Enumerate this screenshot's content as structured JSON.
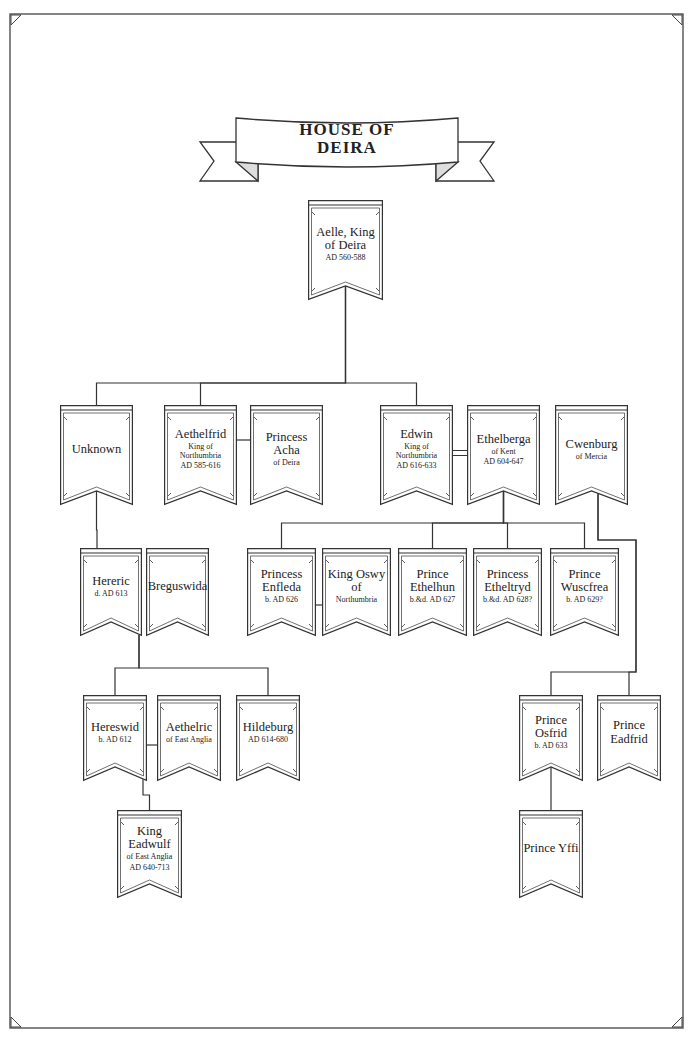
{
  "diagram": {
    "title": "HOUSE OF DEIRA",
    "nodes": [
      {
        "text": [
          "Aelle, King of Deira",
          "AD 560-588"
        ]
      },
      {
        "text": [
          "Unknown"
        ]
      },
      {
        "text": [
          "Aethelfrid",
          "King of Northumbria",
          "AD 585-616"
        ]
      },
      {
        "text": [
          "Princess Acha",
          "of Deira"
        ]
      },
      {
        "text": [
          "Edwin",
          "King of Northumbria",
          "AD 616-633"
        ]
      },
      {
        "text": [
          "Ethelberga",
          "of Kent",
          "AD 604-647"
        ]
      },
      {
        "text": [
          "Cwenburg",
          "of Mercia"
        ]
      },
      {
        "text": [
          "Hereric",
          "d. AD 613"
        ]
      },
      {
        "text": [
          "Breguswida"
        ]
      },
      {
        "text": [
          "Princess Enfleda",
          "b. AD 626"
        ]
      },
      {
        "text": [
          "King Oswy of",
          "Northumbria"
        ]
      },
      {
        "text": [
          "Prince Ethelhun",
          "b.&d. AD 627"
        ]
      },
      {
        "text": [
          "Princess Etheltryd",
          "b.&d. AD 628?"
        ]
      },
      {
        "text": [
          "Prince Wuscfrea",
          "b. AD 629?"
        ]
      },
      {
        "text": [
          "Hereswid",
          "b. AD 612"
        ]
      },
      {
        "text": [
          "Aethelric",
          "of East Anglia"
        ]
      },
      {
        "text": [
          "Hildeburg",
          "AD 614-680"
        ]
      },
      {
        "text": [
          "Prince Osfrid",
          "b. AD 633"
        ]
      },
      {
        "text": [
          "Prince Eadfrid"
        ]
      },
      {
        "text": [
          "King Eadwulf",
          "of East Anglia",
          "AD 640-713"
        ]
      },
      {
        "text": [
          "Prince Yffi"
        ]
      }
    ],
    "edges": [
      {
        "from": 0,
        "to": 1,
        "arrow": "none"
      },
      {
        "from": 0,
        "to": 2,
        "arrow": "none"
      },
      {
        "from": 0,
        "to": 4,
        "arrow": "none"
      },
      {
        "from": 2,
        "to": 3,
        "arrow": "none"
      },
      {
        "from": 4,
        "to": 5,
        "arrow": "none"
      },
      {
        "from": 1,
        "to": 7,
        "arrow": "none"
      },
      {
        "from": 7,
        "to": 14,
        "arrow": "none"
      },
      {
        "from": 7,
        "to": 16,
        "arrow": "none"
      },
      {
        "from": 5,
        "to": 9,
        "arrow": "none"
      },
      {
        "from": 5,
        "to": 11,
        "arrow": "none"
      },
      {
        "from": 5,
        "to": 12,
        "arrow": "none"
      },
      {
        "from": 5,
        "to": 13,
        "arrow": "none"
      },
      {
        "from": 9,
        "to": 10,
        "arrow": "none"
      },
      {
        "from": 6,
        "to": 17,
        "arrow": "none"
      },
      {
        "from": 6,
        "to": 18,
        "arrow": "none"
      },
      {
        "from": 14,
        "to": 19,
        "arrow": "none"
      },
      {
        "from": 14,
        "to": 15,
        "arrow": "none"
      },
      {
        "from": 17,
        "to": 20,
        "arrow": "none"
      }
    ]
  }
}
